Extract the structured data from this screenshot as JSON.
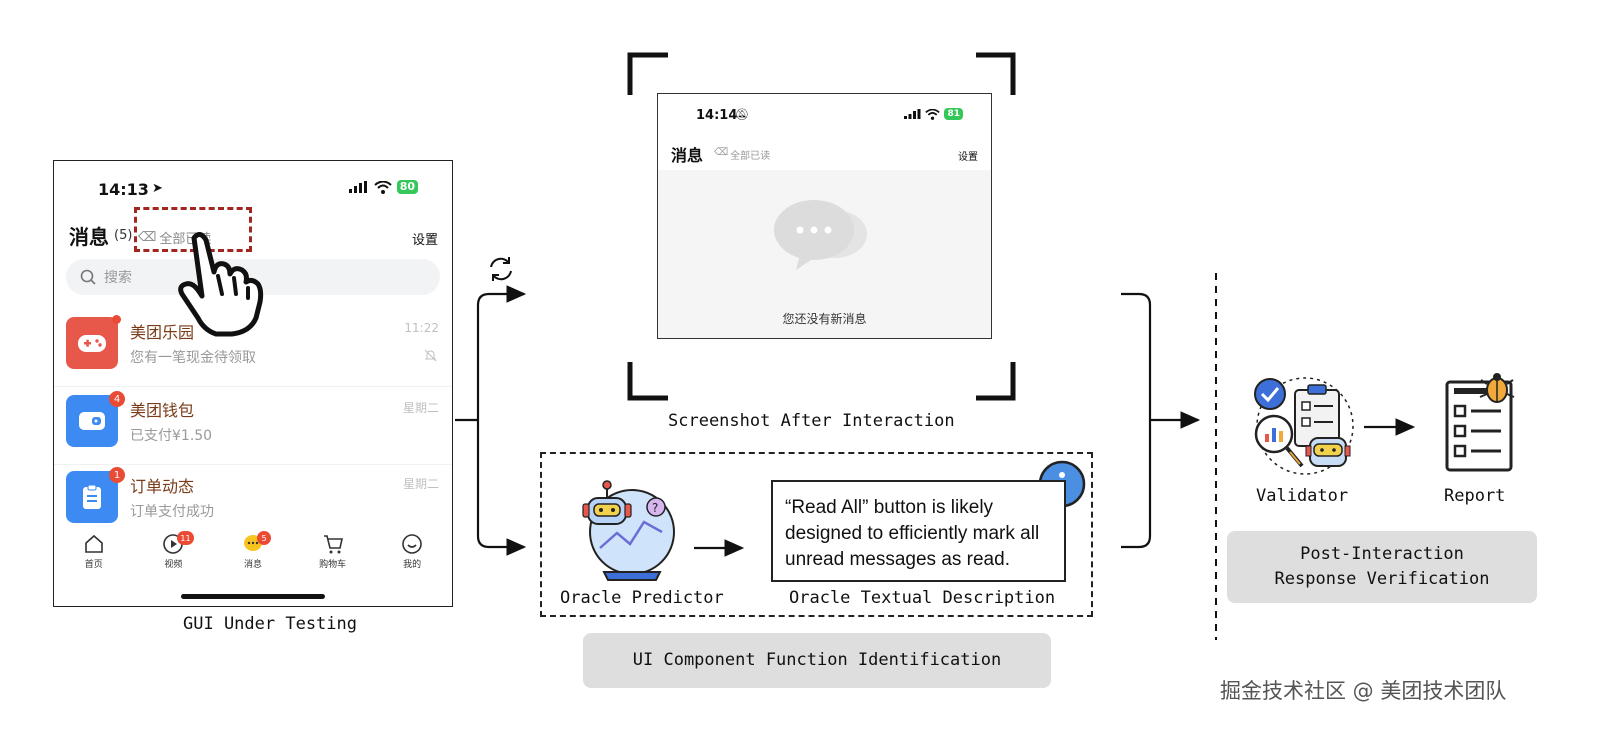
{
  "phone1": {
    "time": "14:13",
    "battery": "80",
    "title": "消息",
    "count": "(5)",
    "read_all": "全部已读",
    "settings": "设置",
    "search_placeholder": "搜索",
    "messages": [
      {
        "name": "美团乐园",
        "sub": "您有一笔现金待领取",
        "time": "11:22",
        "badge": "",
        "color": "#e8584a"
      },
      {
        "name": "美团钱包",
        "sub": "已支付¥1.50",
        "time": "星期二",
        "badge": "4",
        "color": "#3d8bf2"
      },
      {
        "name": "订单动态",
        "sub": "订单支付成功",
        "time": "星期二",
        "badge": "1",
        "color": "#3d8bf2"
      }
    ],
    "tabs": [
      {
        "label": "首页",
        "badge": ""
      },
      {
        "label": "视频",
        "badge": "11"
      },
      {
        "label": "消息",
        "badge": "5"
      },
      {
        "label": "购物车",
        "badge": ""
      },
      {
        "label": "我的",
        "badge": ""
      }
    ]
  },
  "phone2": {
    "time": "14:14",
    "battery": "81",
    "title": "消息",
    "read_all": "全部已读",
    "settings": "设置",
    "empty_text": "您还没有新消息"
  },
  "labels": {
    "gui_under_testing": "GUI Under Testing",
    "screenshot_after": "Screenshot After Interaction",
    "oracle_predictor": "Oracle Predictor",
    "oracle_textual": "Oracle Textual Description",
    "ui_function_id": "UI Component Function Identification",
    "validator": "Validator",
    "report": "Report",
    "post_interaction": "Post-Interaction\nResponse Verification",
    "watermark": "掘金技术社区 @ 美团技术团队"
  },
  "oracle_description": "“Read All” button is likely designed to efficiently mark all unread messages as read.",
  "colors": {
    "highlight": "#a0261f",
    "badge_red": "#e94b35",
    "pill_gray": "#dedede",
    "battery_green": "#34c759"
  }
}
